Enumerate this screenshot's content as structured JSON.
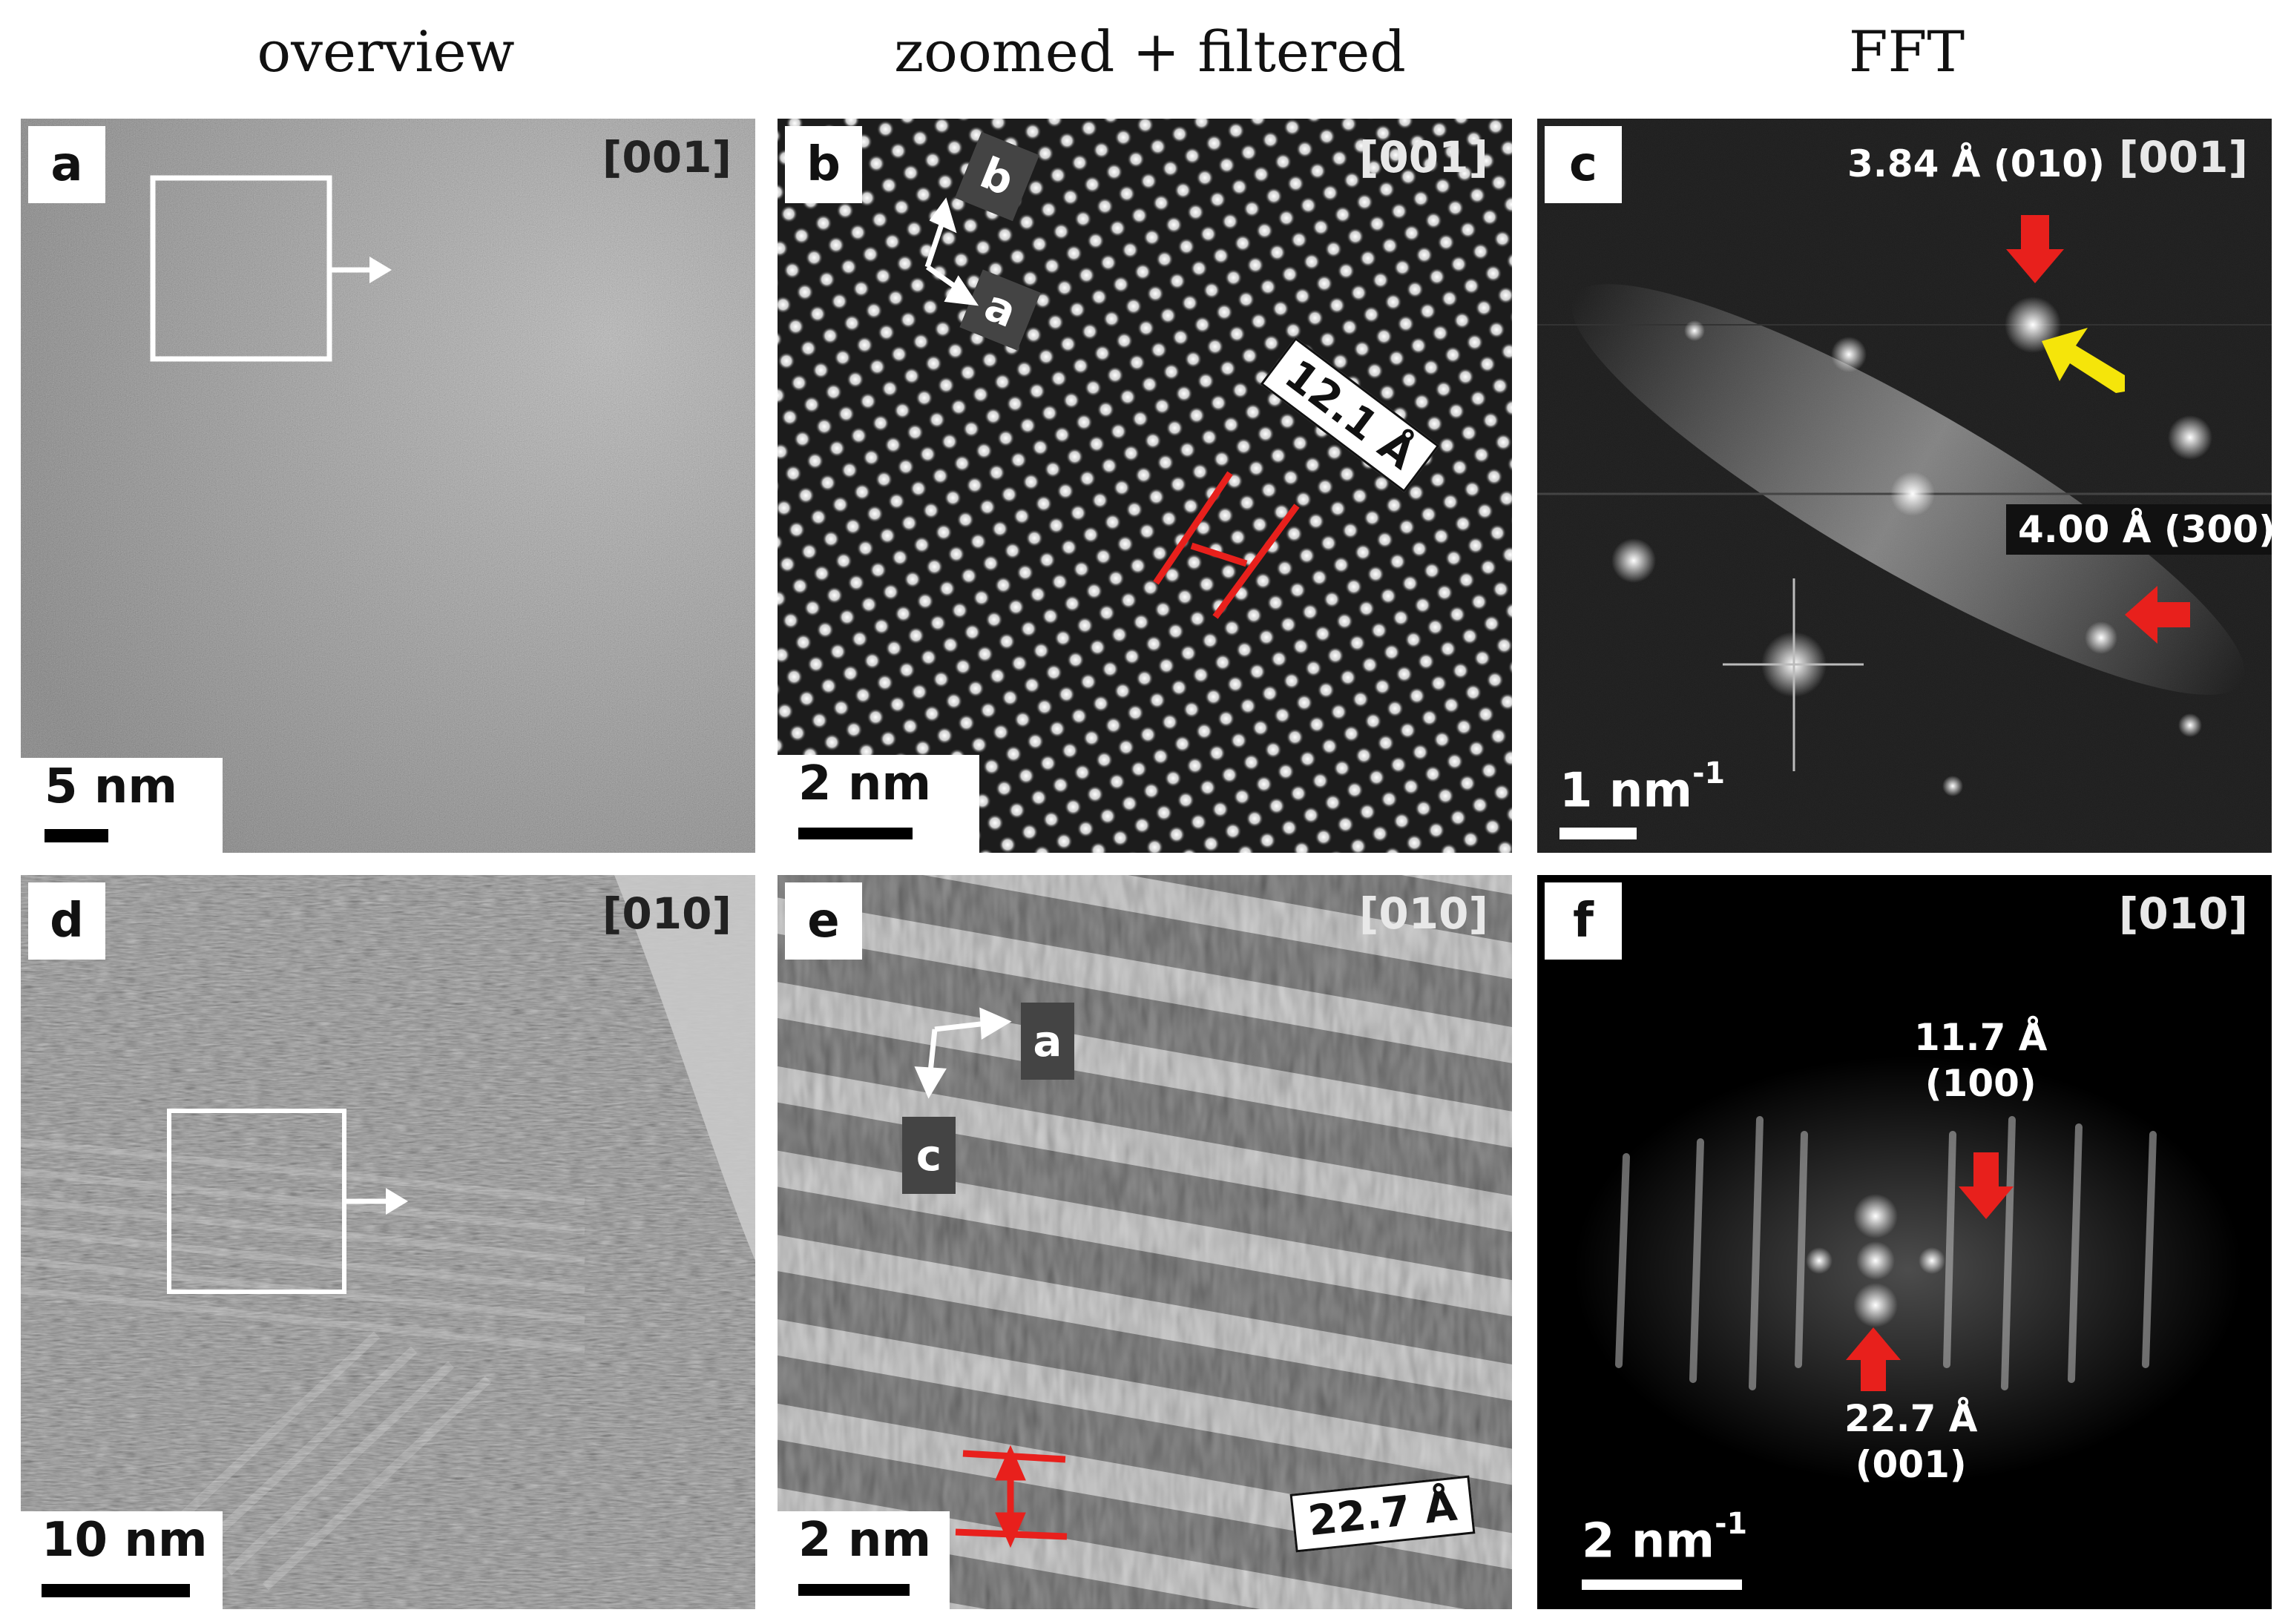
{
  "columns": {
    "overview": "overview",
    "zoomed": "zoomed + filtered",
    "fft": "FFT"
  },
  "panels": {
    "a": {
      "letter": "a",
      "zone": "[001]",
      "scale": "5 nm"
    },
    "b": {
      "letter": "b",
      "zone": "[001]",
      "scale": "2 nm",
      "measure": "12.1 Å",
      "axis1": "b",
      "axis2": "a"
    },
    "c": {
      "letter": "c",
      "zone": "[001]",
      "scale": "1 nm",
      "scale_sup": "-1",
      "spot1": "3.84 Å (010)",
      "spot2": "4.00 Å (300)"
    },
    "d": {
      "letter": "d",
      "zone": "[010]",
      "scale": "10 nm"
    },
    "e": {
      "letter": "e",
      "zone": "[010]",
      "scale": "2 nm",
      "measure": "22.7 Å",
      "axis1": "a",
      "axis2": "c"
    },
    "f": {
      "letter": "f",
      "zone": "[010]",
      "scale": "2 nm",
      "scale_sup": "-1",
      "spot1_line1": "11.7 Å",
      "spot1_line2": "(100)",
      "spot2_line1": "22.7 Å",
      "spot2_line2": "(001)"
    }
  },
  "colors": {
    "arrow_red": "#e8201c",
    "arrow_yellow": "#f5e50a",
    "annotation_white": "#ffffff"
  }
}
